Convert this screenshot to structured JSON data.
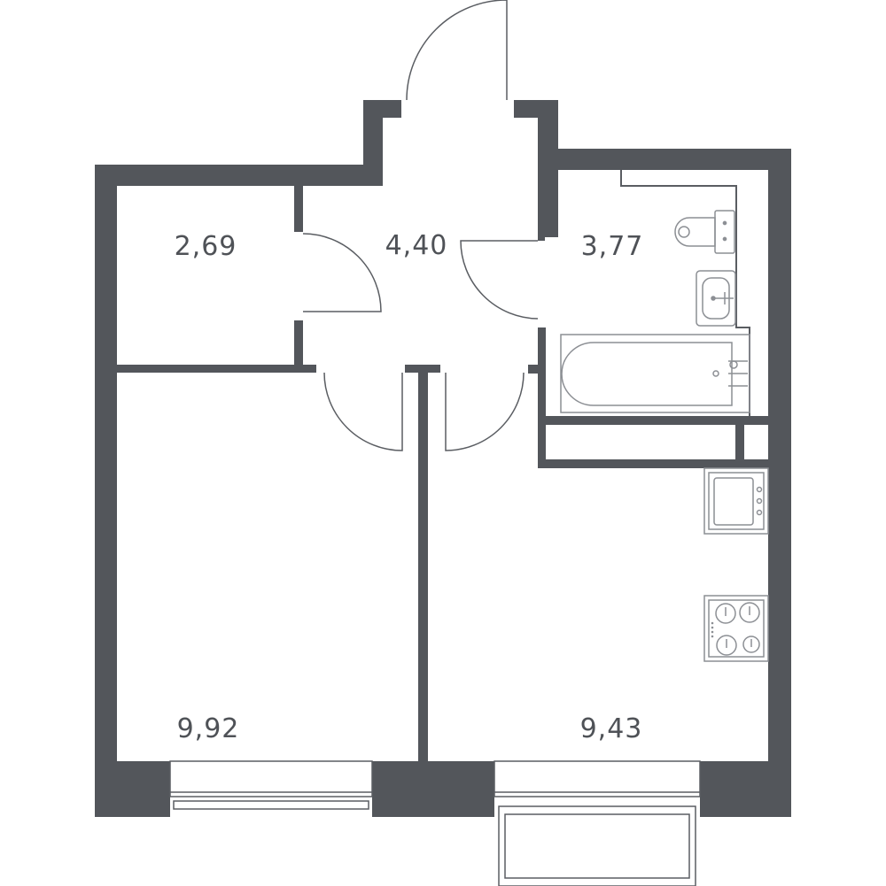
{
  "colors": {
    "wall": "#53565b",
    "line": "#5a5d62",
    "fixture": "#8c8f94",
    "background": "#ffffff"
  },
  "rooms": [
    {
      "id": "storage",
      "area": "2,69"
    },
    {
      "id": "hallway",
      "area": "4,40"
    },
    {
      "id": "bathroom",
      "area": "3,77"
    },
    {
      "id": "bedroom",
      "area": "9,92"
    },
    {
      "id": "kitchen-living",
      "area": "9,43"
    }
  ]
}
